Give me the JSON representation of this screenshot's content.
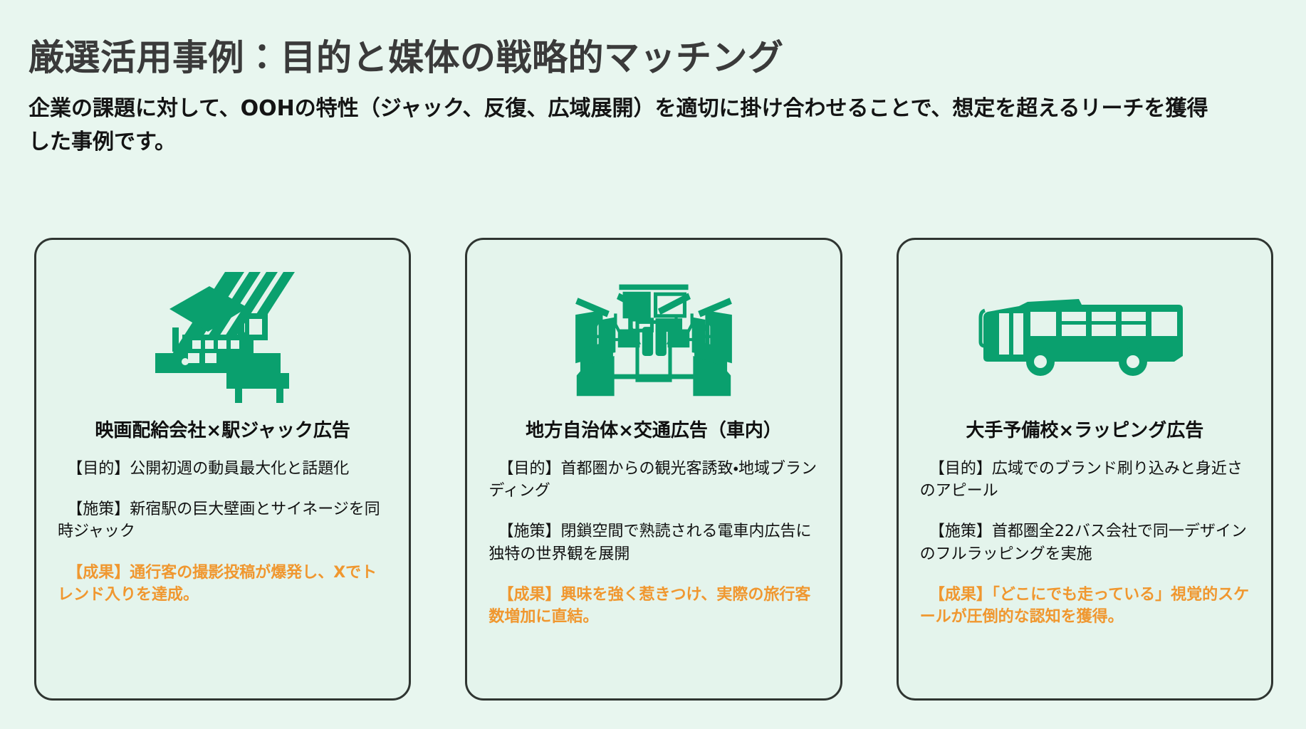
{
  "header": {
    "title": "厳選活用事例：目的と媒体の戦略的マッチング",
    "subtitle": "企業の課題に対して、OOHの特性（ジャック、反復、広域展開）を適切に掛け合わせることで、想定を超えるリーチを獲得した事例です。"
  },
  "colors": {
    "background": "#e8f6ef",
    "card_background": "#e4f4ec",
    "card_border": "#2f3531",
    "icon_green": "#0aa06e",
    "title_gray": "#3a3a3a",
    "body_black": "#111111",
    "result_orange": "#f0972f"
  },
  "cards": [
    {
      "icon": "station-train-jack-icon",
      "title": "映画配給会社×駅ジャック広告",
      "purpose": "【目的】公開初週の動員最大化と話題化",
      "measure": "【施策】新宿駅の巨大壁画とサイネージを同時ジャック",
      "result": "【成果】通行客の撮影投稿が爆発し、Xでトレンド入りを達成。"
    },
    {
      "icon": "train-interior-icon",
      "title": "地方自治体×交通広告（車内）",
      "purpose": "【目的】首都圏からの観光客誘致・地域ブランディング",
      "measure": "【施策】閉鎖空間で熟読される電車内広告に独特の世界観を展開",
      "result": "【成果】興味を強く惹きつけ、実際の旅行客数増加に直結。"
    },
    {
      "icon": "bus-icon",
      "title": "大手予備校×ラッピング広告",
      "purpose": "【目的】広域でのブランド刷り込みと身近さのアピール",
      "measure": "【施策】首都圏全22バス会社で同一デザインのフルラッピングを実施",
      "result": "【成果】「どこにでも走っている」視覚的スケールが圧倒的な認知を獲得。"
    }
  ]
}
